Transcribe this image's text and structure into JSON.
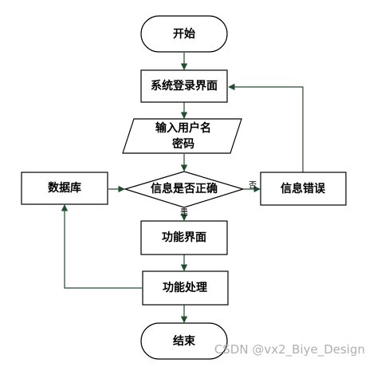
{
  "nodes": {
    "start": "开始",
    "login": "系统登录界面",
    "input_line1": "输入用户名",
    "input_line2": "密码",
    "check": "信息是否正确",
    "database": "数据库",
    "error": "信息错误",
    "function_ui": "功能界面",
    "function_proc": "功能处理",
    "end": "结束"
  },
  "edges": {
    "no_label": "否",
    "yes_label": "是"
  },
  "watermark": "CSDN @vx2_Biye_Design",
  "colors": {
    "edge": "#1f4e2c",
    "outline": "#000000",
    "watermark": "#b0b0b0"
  }
}
